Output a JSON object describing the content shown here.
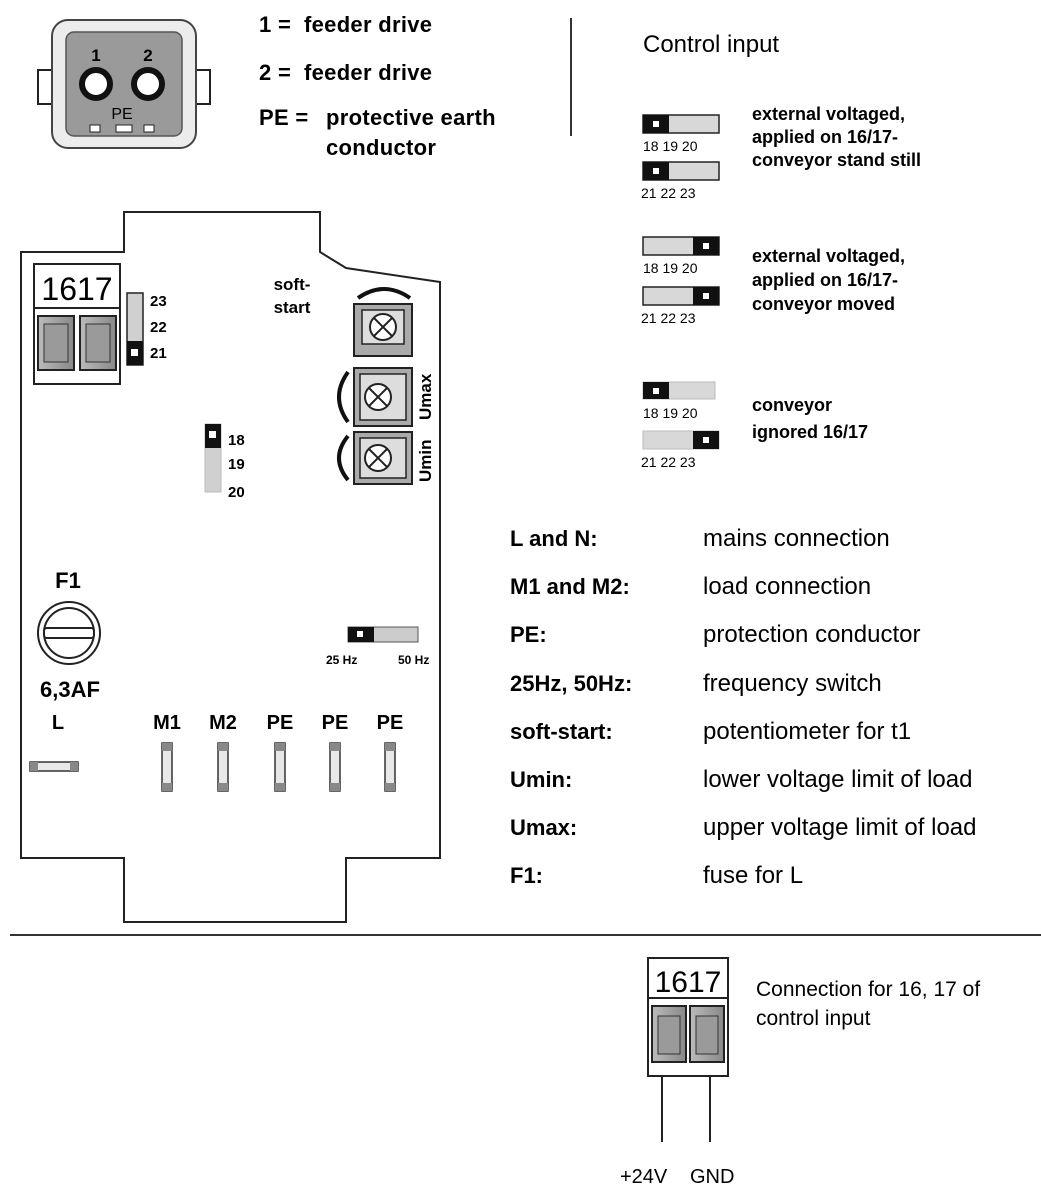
{
  "connector": {
    "pin1": "1",
    "pin2": "2",
    "pe": "PE",
    "legend": [
      {
        "key": "1 =",
        "text": "feeder drive"
      },
      {
        "key": "2 =",
        "text": "feeder drive"
      },
      {
        "key": "PE =",
        "text": "protective earth"
      }
    ],
    "pe_line2": "conductor"
  },
  "control_input": {
    "title": "Control input",
    "ticks_top": "18 19 20",
    "ticks_bottom": "21 22 23",
    "configs": [
      {
        "line1": "external voltaged,",
        "line2": "applied on 16/17-",
        "line3": "conveyor stand still"
      },
      {
        "line1": "external voltaged,",
        "line2": "applied on 16/17-",
        "line3": "conveyor moved"
      },
      {
        "line1": "conveyor",
        "line2": "ignored 16/17",
        "line3": ""
      }
    ]
  },
  "board": {
    "terminal": "1617",
    "jumper_a": [
      "23",
      "22",
      "21"
    ],
    "softstart": [
      "soft-",
      "start"
    ],
    "umax": "Umax",
    "umin": "Umin",
    "jumper_b": [
      "18",
      "19",
      "20"
    ],
    "fuse_name": "F1",
    "fuse_rating": "6,3AF",
    "freq_25": "25 Hz",
    "freq_50": "50 Hz",
    "terminals": [
      "L",
      "M1",
      "M2",
      "PE",
      "PE",
      "PE"
    ]
  },
  "legend": [
    {
      "key": "L and N:",
      "value": "mains connection"
    },
    {
      "key": "M1 and M2:",
      "value": "load connection"
    },
    {
      "key": "PE:",
      "value": "protection conductor"
    },
    {
      "key": "25Hz, 50Hz:",
      "value": "frequency switch"
    },
    {
      "key": "soft-start:",
      "value": "potentiometer for  t1"
    },
    {
      "key": "Umin:",
      "value": "lower voltage limit of load"
    },
    {
      "key": "Umax:",
      "value": "upper voltage limit of load"
    },
    {
      "key": "F1:",
      "value": "fuse for L"
    }
  ],
  "bottom": {
    "terminal": "1617",
    "desc_line1": "Connection for 16, 17 of",
    "desc_line2": "control input",
    "v24": "+24V",
    "gnd": "GND"
  }
}
